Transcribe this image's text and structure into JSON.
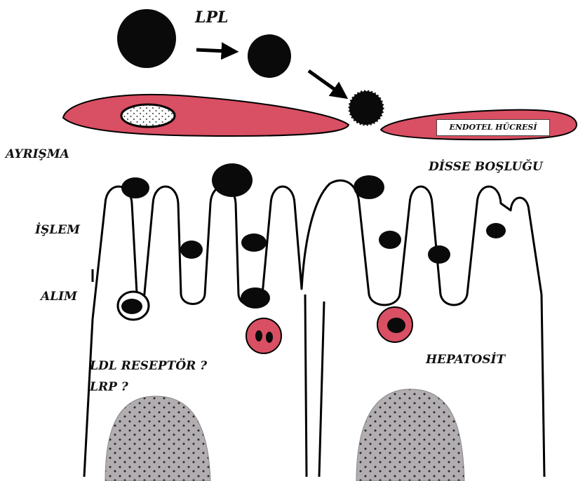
{
  "labels": {
    "lpl": "LPL",
    "ayrisma": "AYRIŞMA",
    "disse": "DİSSE BOŞLUĞU",
    "endotel": "ENDOTEL HÜCRESİ",
    "islem": "İŞLEM",
    "alim": "ALIM",
    "ldl": "LDL RESEPTÖR ?",
    "lrp": "LRP ?",
    "hepatosit": "HEPATOSİT"
  },
  "colors": {
    "endothelium": "#d94f63",
    "particle": "#0a0a0a",
    "nucleus": "#a8a4a8",
    "outline": "#000000"
  }
}
